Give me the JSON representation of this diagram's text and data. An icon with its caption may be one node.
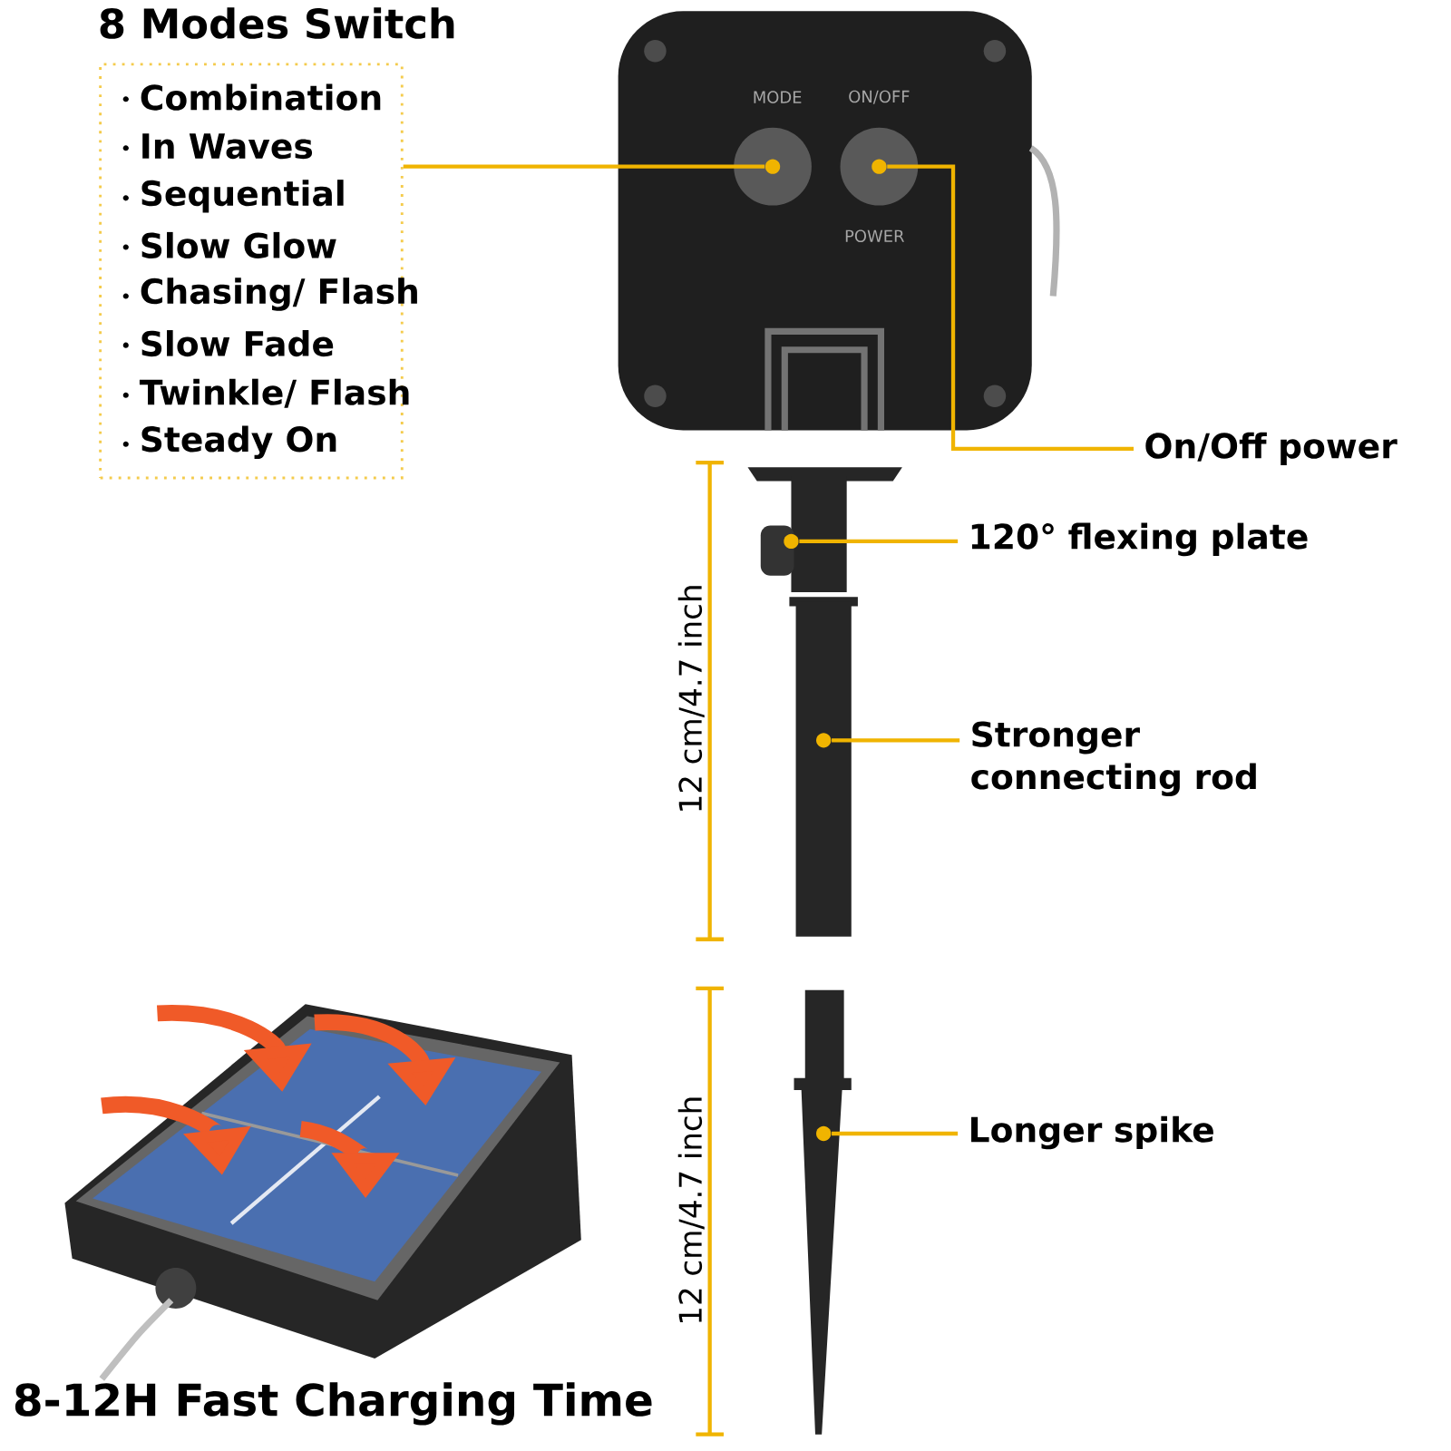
{
  "diagram": {
    "nodes": [
      {
        "text": [
          "8 Modes Switch",
          "Combination",
          "In Waves",
          "Sequential",
          "Slow Glow",
          "Chasing/ Flash",
          "Slow Fade",
          "Twinkle/ Flash",
          "Steady On"
        ]
      },
      {
        "text": [],
        "shape": "circle"
      },
      {
        "text": [],
        "shape": "circle"
      },
      {
        "text": [
          "On/Off power"
        ]
      },
      {
        "text": [],
        "shape": "circle"
      },
      {
        "text": [
          "120° flexing plate"
        ]
      },
      {
        "text": [],
        "shape": "circle"
      },
      {
        "text": [
          "Stronger connecting rod"
        ]
      },
      {
        "text": [],
        "shape": "circle"
      },
      {
        "text": [
          "Longer spike"
        ]
      }
    ],
    "edges": [
      {
        "from": 0,
        "to": 1,
        "arrow": "none"
      },
      {
        "from": 3,
        "to": 2,
        "arrow": "none"
      },
      {
        "from": 5,
        "to": 4,
        "arrow": "none"
      },
      {
        "from": 7,
        "to": 6,
        "arrow": "none"
      },
      {
        "from": 9,
        "to": 8,
        "arrow": "none"
      }
    ],
    "labels": [
      "MODE",
      "ON/OFF",
      "POWER",
      "12 cm/4.7 inch",
      "12 cm/4.7 inch",
      "8-12H Fast Charging Time"
    ]
  }
}
